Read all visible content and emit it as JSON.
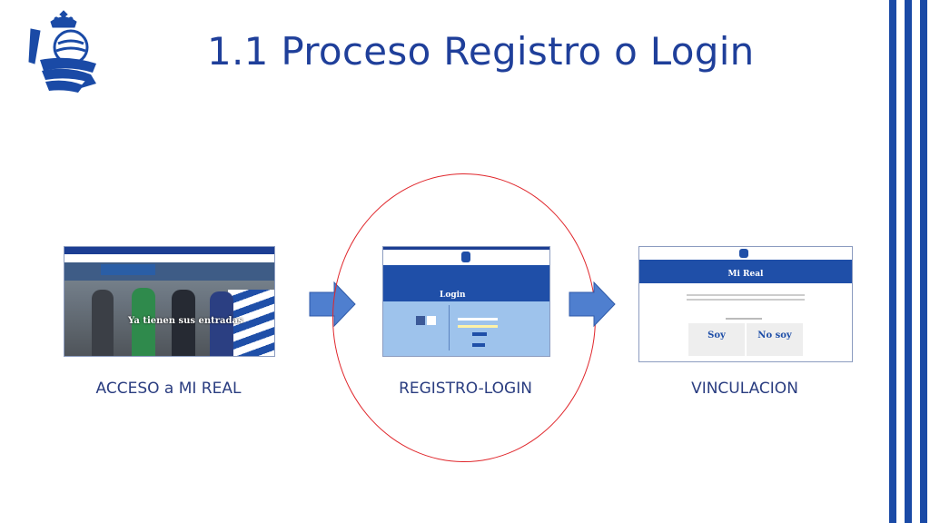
{
  "slide": {
    "title": "1.1 Proceso Registro o Login",
    "colors": {
      "primary_blue": "#1a4aa6",
      "title_blue": "#1f3f9a",
      "highlight_red": "#e0262b"
    }
  },
  "logo": {
    "icon": "club-crest"
  },
  "steps": [
    {
      "caption": "ACCESO a MI REAL",
      "screenshot_text": "Ya tienen sus entradas"
    },
    {
      "caption": "REGISTRO-LOGIN",
      "screenshot_text": "Login"
    },
    {
      "caption": "VINCULACION",
      "screenshot_text": "Mi Real",
      "options": [
        "Soy",
        "No soy"
      ]
    }
  ],
  "highlight": {
    "step": 2,
    "shape": "ellipse"
  }
}
